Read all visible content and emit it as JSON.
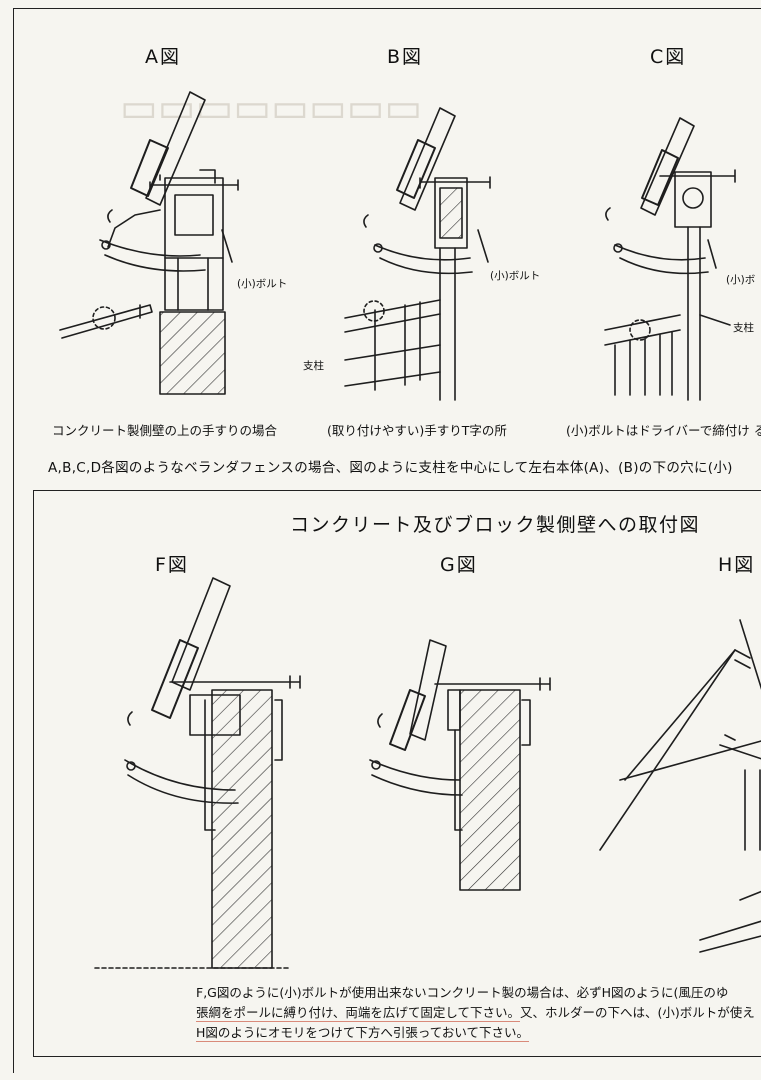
{
  "figures_top": {
    "a": {
      "label": "A図",
      "callout": "(小)ボルト",
      "caption": "コンクリート製側壁の上の手すりの場合"
    },
    "b": {
      "label": "B図",
      "callout": "(小)ボルト",
      "post": "支柱",
      "caption": "(取り付けやすい)手すりT字の所"
    },
    "c": {
      "label": "C図",
      "callout": "(小)ボ",
      "post": "支柱",
      "caption": "(小)ボルトはドライバーで締付け る"
    }
  },
  "top_note": "A,B,C,D各図のようなベランダフェンスの場合、図のように支柱を中心にして左右本体(A)、(B)の下の穴に(小)",
  "bottom_section": {
    "title": "コンクリート及びブロック製側壁への取付図",
    "f_label": "F図",
    "g_label": "G図",
    "h_label": "H図",
    "para_line1": "F,G図のように(小)ボルトが使用出来ないコンクリート製の場合は、必ずH図のように(風圧のゆ",
    "para_line2a": "張綱をポールに縛り付け、両端を広げて固定して下さい。",
    "para_line2b": "又、ホルダーの下へは、(小)ボルトが使え",
    "para_line3": "H図のようにオモリをつけて下方へ引張っておいて下さい。"
  }
}
